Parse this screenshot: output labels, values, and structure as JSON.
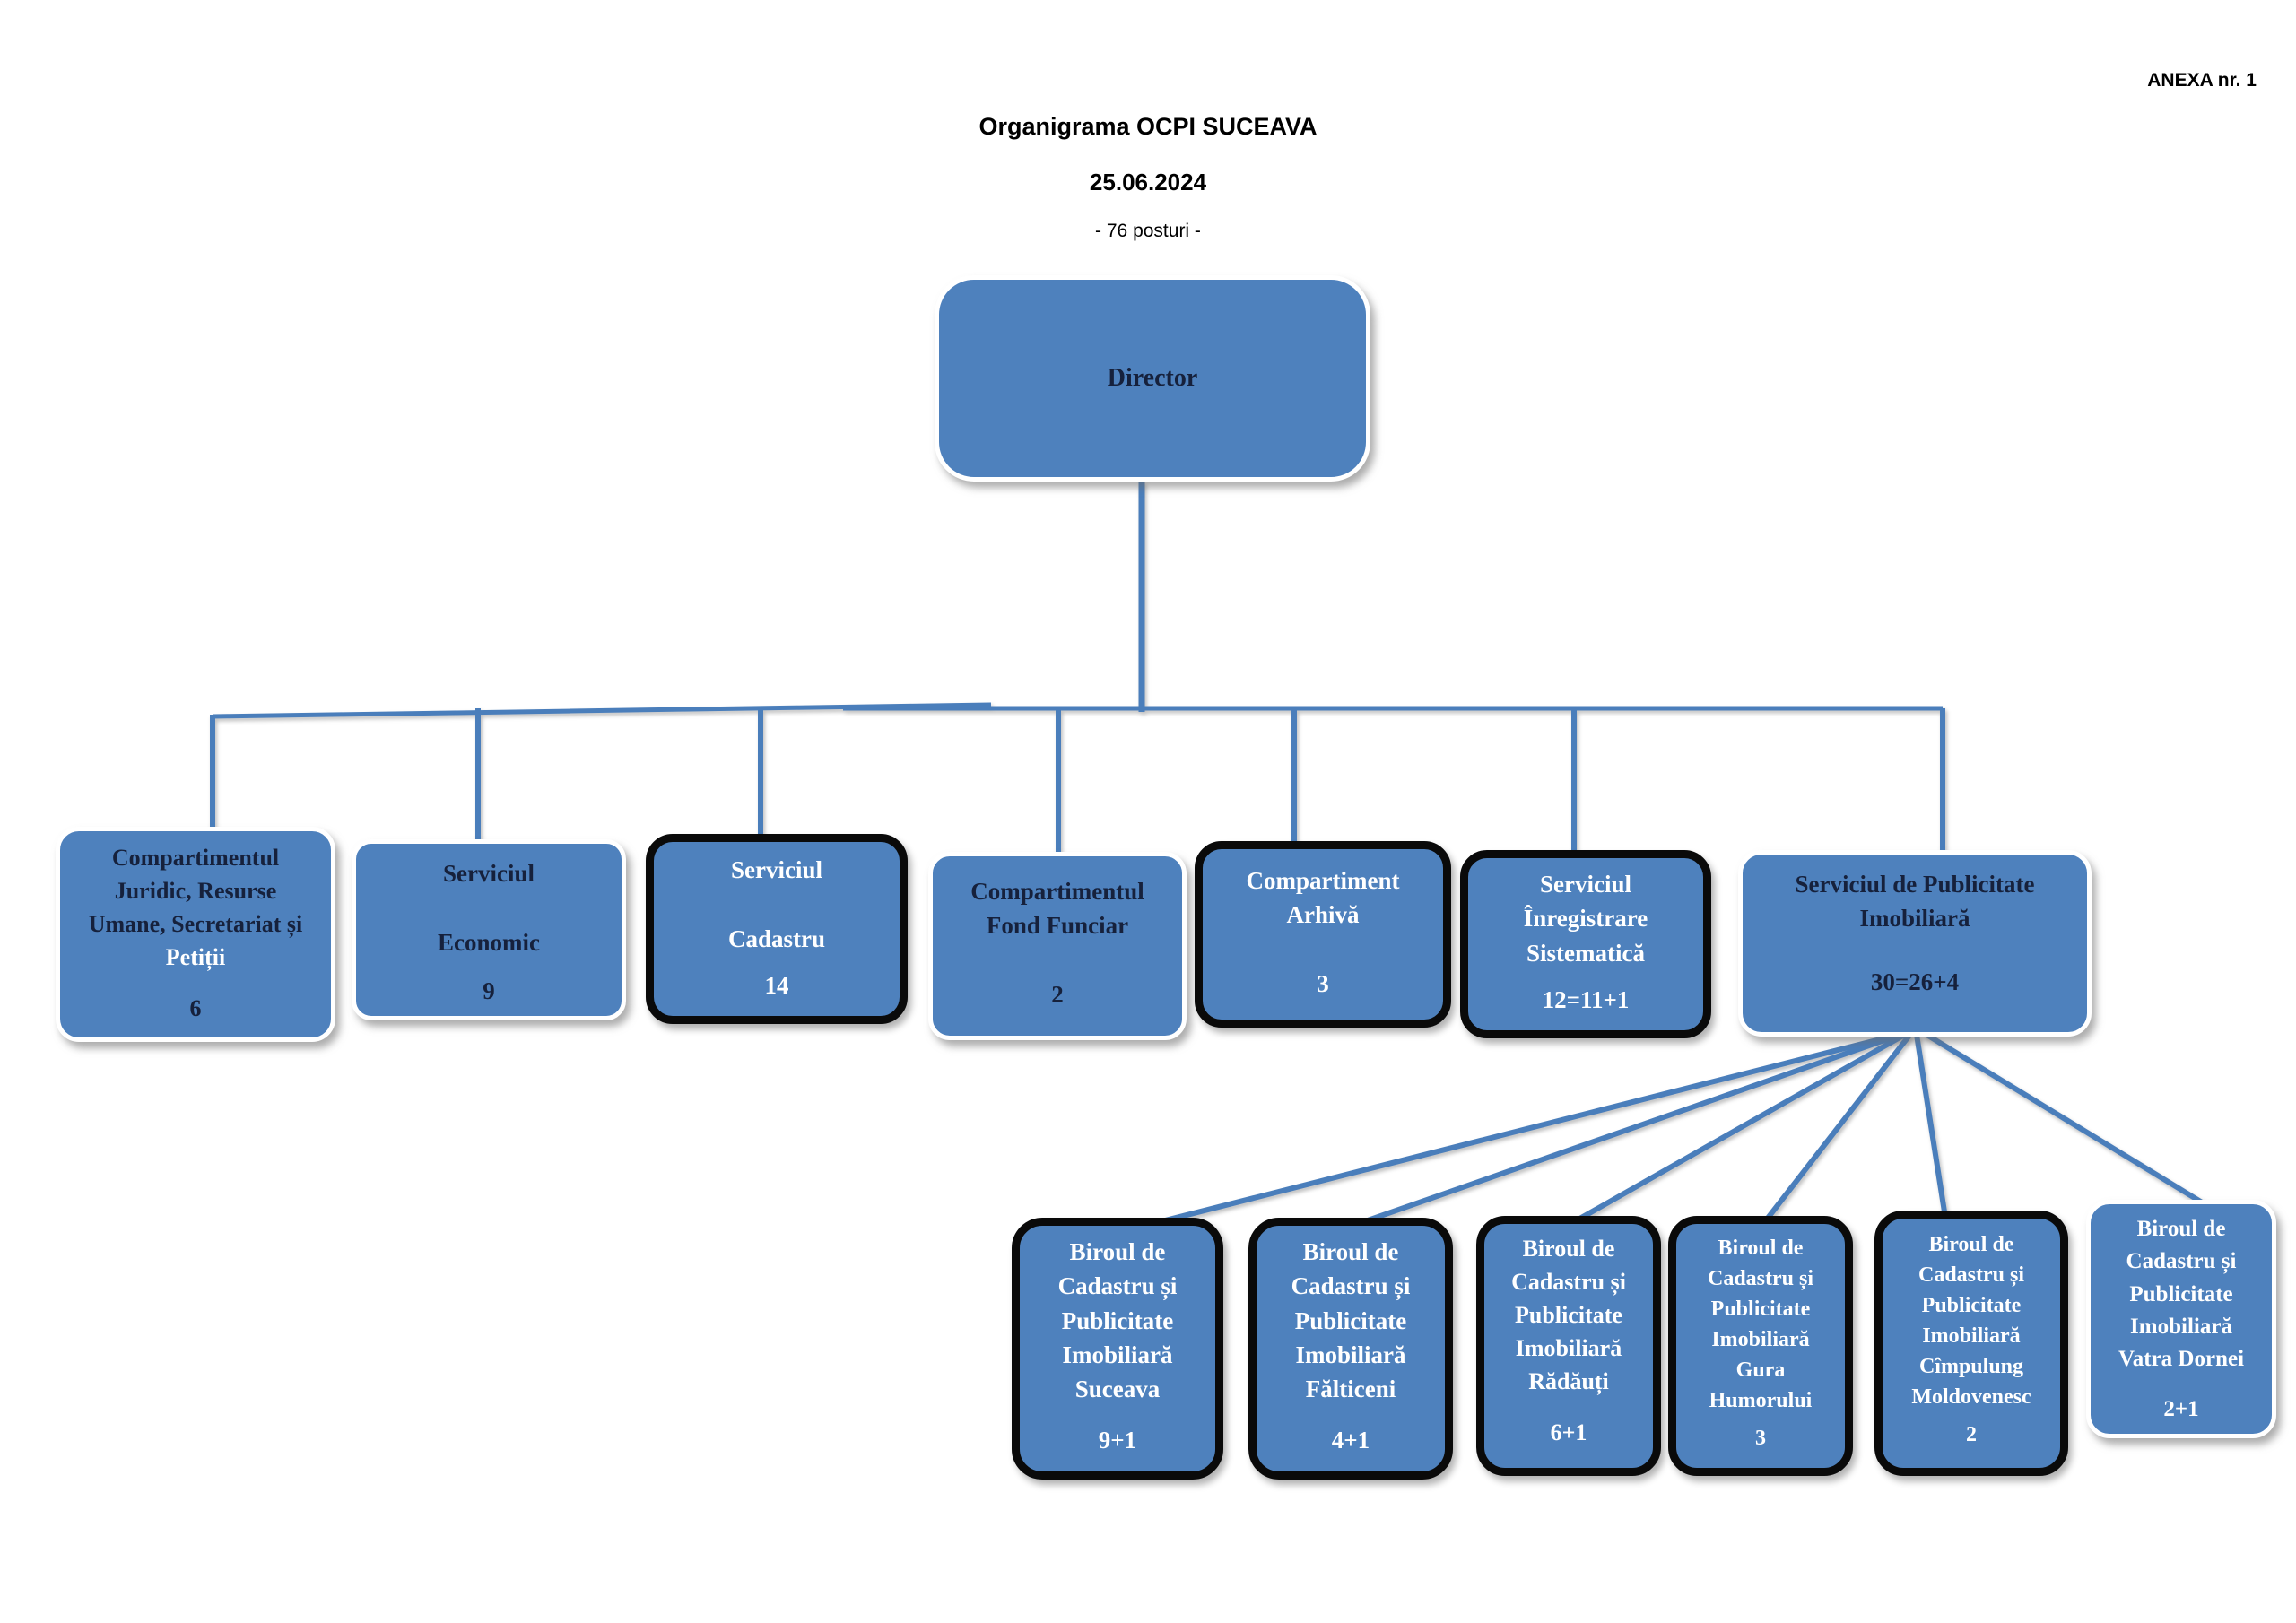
{
  "page": {
    "anexa_label": "ANEXA nr. 1",
    "title": "Organigrama OCPI SUCEAVA",
    "date": "25.06.2024",
    "subtitle": "- 76 posturi -"
  },
  "colors": {
    "box_fill": "#4E81BD",
    "line_color": "#4A7EBB",
    "dark_text": "#16213C",
    "white_text": "#FFFFFF",
    "black_border": "#0A0A0A",
    "white_border": "#FFFFFF"
  },
  "director": {
    "label": "Director"
  },
  "level2": {
    "juridic": {
      "name": "Compartimentul\nJuridic, Resurse\nUmane, Secretariat și",
      "name_highlight": "Petiții",
      "count": "6"
    },
    "economic": {
      "name": "Serviciul\n\nEconomic",
      "count": "9"
    },
    "cadastru": {
      "name": "Serviciul\n\nCadastru",
      "count": "14"
    },
    "fond_funciar": {
      "name": "Compartimentul\nFond Funciar",
      "count": "2"
    },
    "arhiva": {
      "name": "Compartiment\nArhivă",
      "count": "3"
    },
    "inregistrare_sistematica": {
      "name": "Serviciul\nÎnregistrare\nSistematică",
      "count": "12=11+1"
    },
    "publicitate_imobiliara": {
      "name": "Serviciul de Publicitate\nImobiliară",
      "count": "30=26+4"
    }
  },
  "level3": {
    "suceava": {
      "name": "Biroul de\nCadastru și\nPublicitate\nImobiliară\nSuceava",
      "count": "9+1"
    },
    "falticeni": {
      "name": "Biroul de\nCadastru și\nPublicitate\nImobiliară\nFălticeni",
      "count": "4+1"
    },
    "radauti": {
      "name": "Biroul de\nCadastru și\nPublicitate\nImobiliară\nRădăuți",
      "count": "6+1"
    },
    "gura_humorului": {
      "name": "Biroul de\nCadastru și\nPublicitate\nImobiliară\nGura\nHumorului",
      "count": "3"
    },
    "cimpulung_moldovenesc": {
      "name": "Biroul de\nCadastru și\nPublicitate\nImobiliară\nCîmpulung\nMoldovenesc",
      "count": "2"
    },
    "vatra_dornei": {
      "name": "Biroul de\nCadastru și\nPublicitate\nImobiliară\nVatra Dornei",
      "count": "2+1"
    }
  }
}
